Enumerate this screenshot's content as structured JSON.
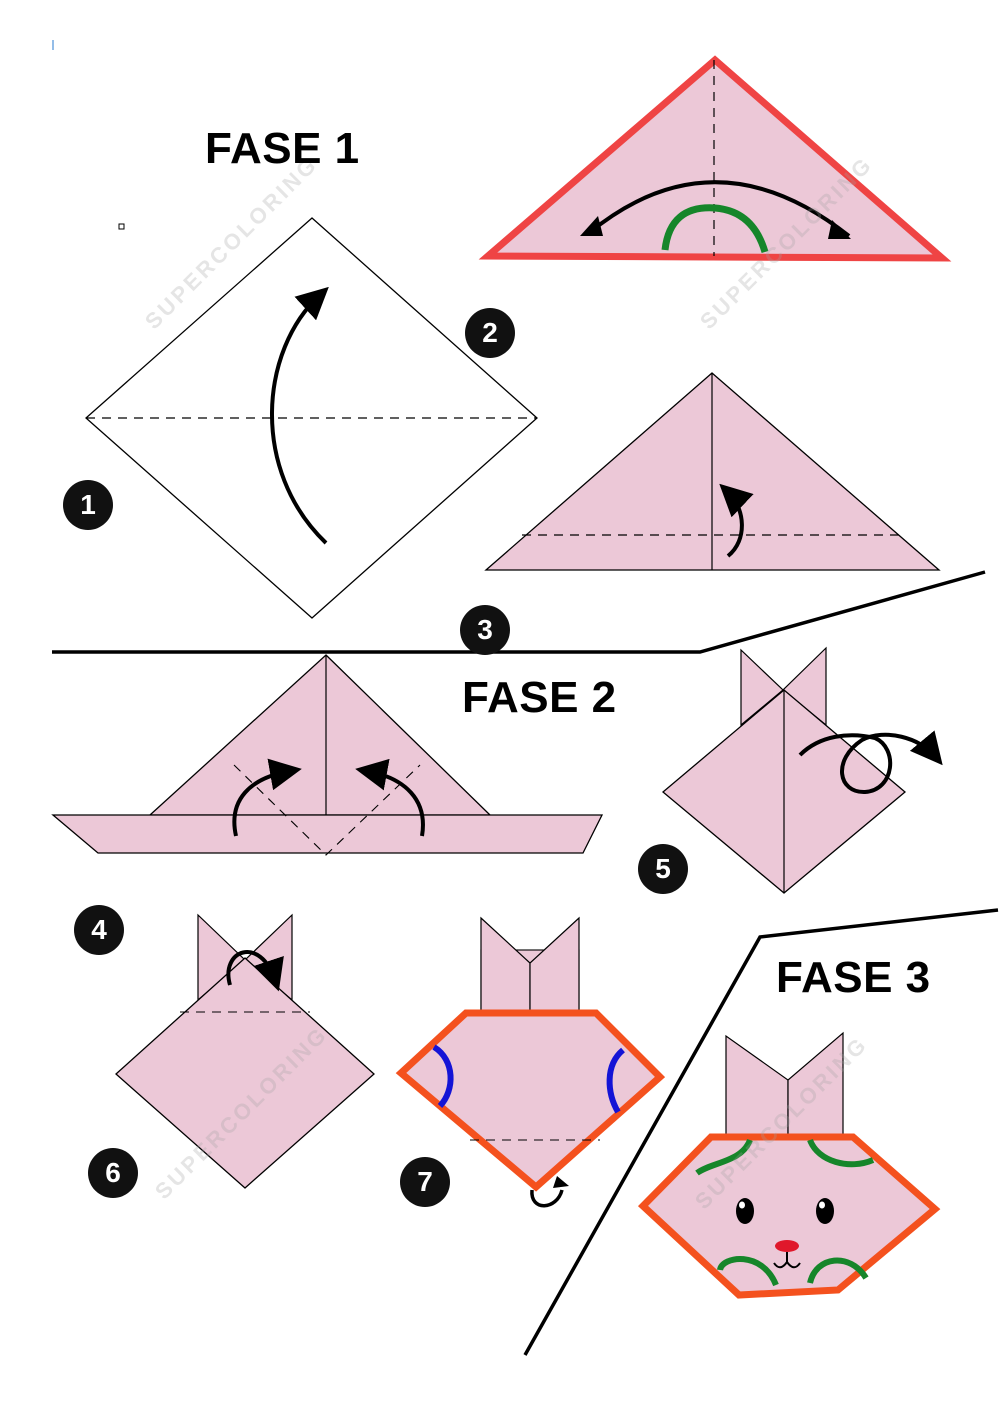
{
  "colors": {
    "paper": "#ecc8d7",
    "outline": "#000000",
    "highlight_red": "#ef4444",
    "highlight_orange": "#f4511e",
    "curve_green": "#16862a",
    "curve_blue": "#1414d6",
    "nose": "#e0182b"
  },
  "phases": [
    {
      "label": "FASE 1"
    },
    {
      "label": "FASE 2"
    },
    {
      "label": "FASE 3"
    }
  ],
  "steps": [
    {
      "label": "1"
    },
    {
      "label": "2"
    },
    {
      "label": "3"
    },
    {
      "label": "4"
    },
    {
      "label": "5"
    },
    {
      "label": "6"
    },
    {
      "label": "7"
    }
  ],
  "watermark": {
    "text": "SUPERCOLORING"
  }
}
